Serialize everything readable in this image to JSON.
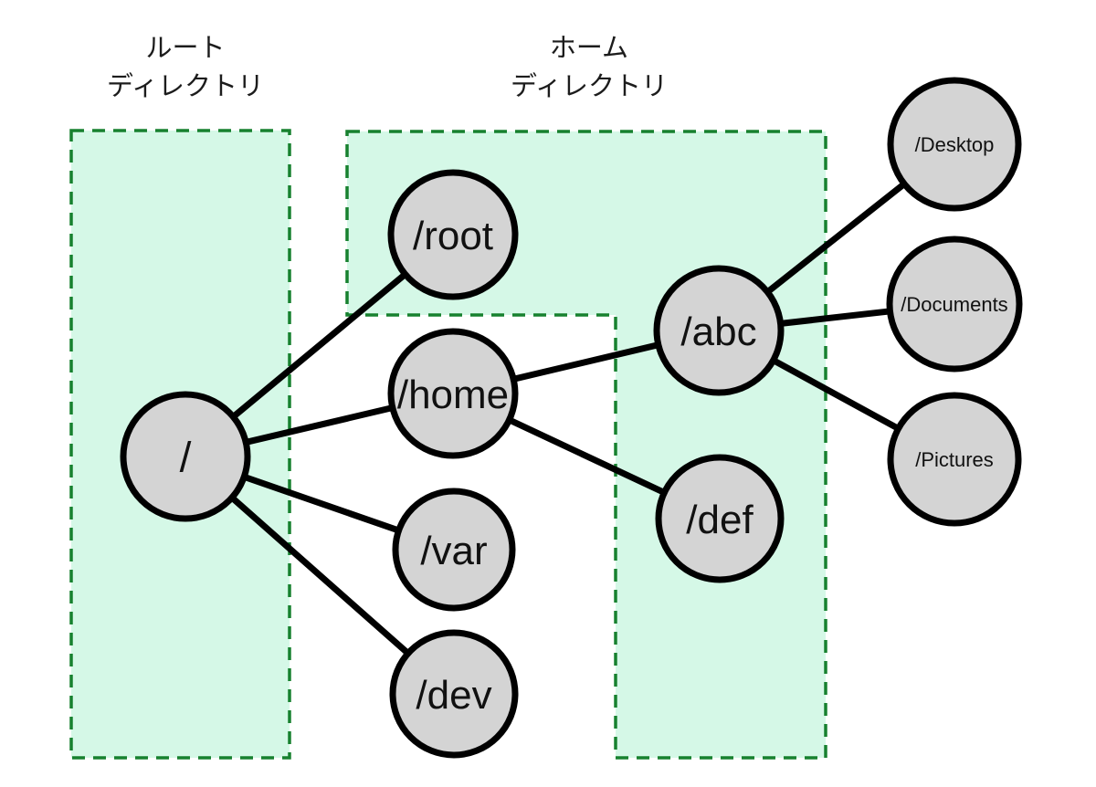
{
  "diagram": {
    "title_implicit": "Linux filesystem directory tree",
    "regions": [
      {
        "id": "root-directory",
        "label_line1": "ルート",
        "label_line2": "ディレクトリ"
      },
      {
        "id": "home-directory",
        "label_line1": "ホーム",
        "label_line2": "ディレクトリ"
      }
    ],
    "nodes": [
      {
        "id": "slash",
        "label": "/"
      },
      {
        "id": "root",
        "label": "/root"
      },
      {
        "id": "home",
        "label": "/home"
      },
      {
        "id": "var",
        "label": "/var"
      },
      {
        "id": "dev",
        "label": "/dev"
      },
      {
        "id": "abc",
        "label": "/abc"
      },
      {
        "id": "def",
        "label": "/def"
      },
      {
        "id": "desktop",
        "label": "/Desktop"
      },
      {
        "id": "documents",
        "label": "/Documents"
      },
      {
        "id": "pictures",
        "label": "/Pictures"
      }
    ],
    "edges": [
      {
        "from": "/",
        "to": "/root"
      },
      {
        "from": "/",
        "to": "/home"
      },
      {
        "from": "/",
        "to": "/var"
      },
      {
        "from": "/",
        "to": "/dev"
      },
      {
        "from": "/home",
        "to": "/abc"
      },
      {
        "from": "/home",
        "to": "/def"
      },
      {
        "from": "/abc",
        "to": "/Desktop"
      },
      {
        "from": "/abc",
        "to": "/Documents"
      },
      {
        "from": "/abc",
        "to": "/Pictures"
      }
    ],
    "colors": {
      "region_fill": "#d5f8e7",
      "region_border": "#17812f",
      "node_fill": "#d4d4d4",
      "node_border": "#000000",
      "edge_color": "#000000"
    }
  }
}
